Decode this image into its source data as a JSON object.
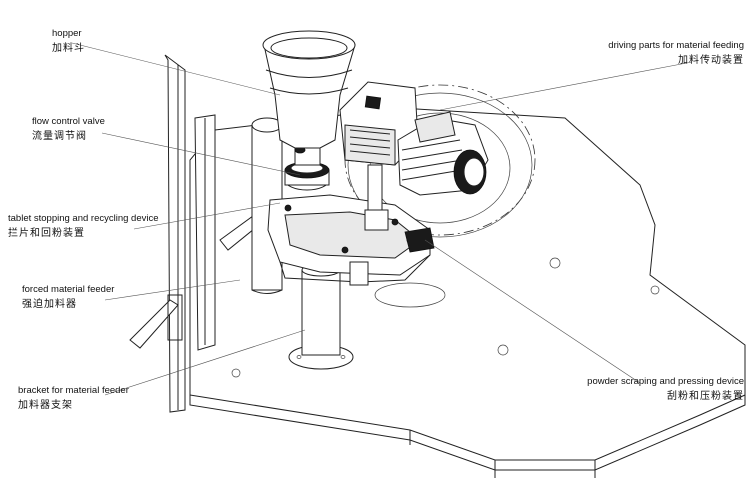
{
  "labels": {
    "hopper": {
      "en": "hopper",
      "zh": "加料斗"
    },
    "driving": {
      "en": "driving parts for material feeding",
      "zh": "加料传动装置"
    },
    "flow_valve": {
      "en": "flow control valve",
      "zh": "流量调节阀"
    },
    "tablet_stop": {
      "en": "tablet stopping and recycling device",
      "zh": "拦片和回粉装置"
    },
    "forced_feeder": {
      "en": "forced material feeder",
      "zh": "强迫加料器"
    },
    "bracket": {
      "en": "bracket for material feeder",
      "zh": "加料器支架"
    },
    "scraping": {
      "en": "powder scraping and pressing device",
      "zh": "刮粉和压粉装置"
    }
  }
}
